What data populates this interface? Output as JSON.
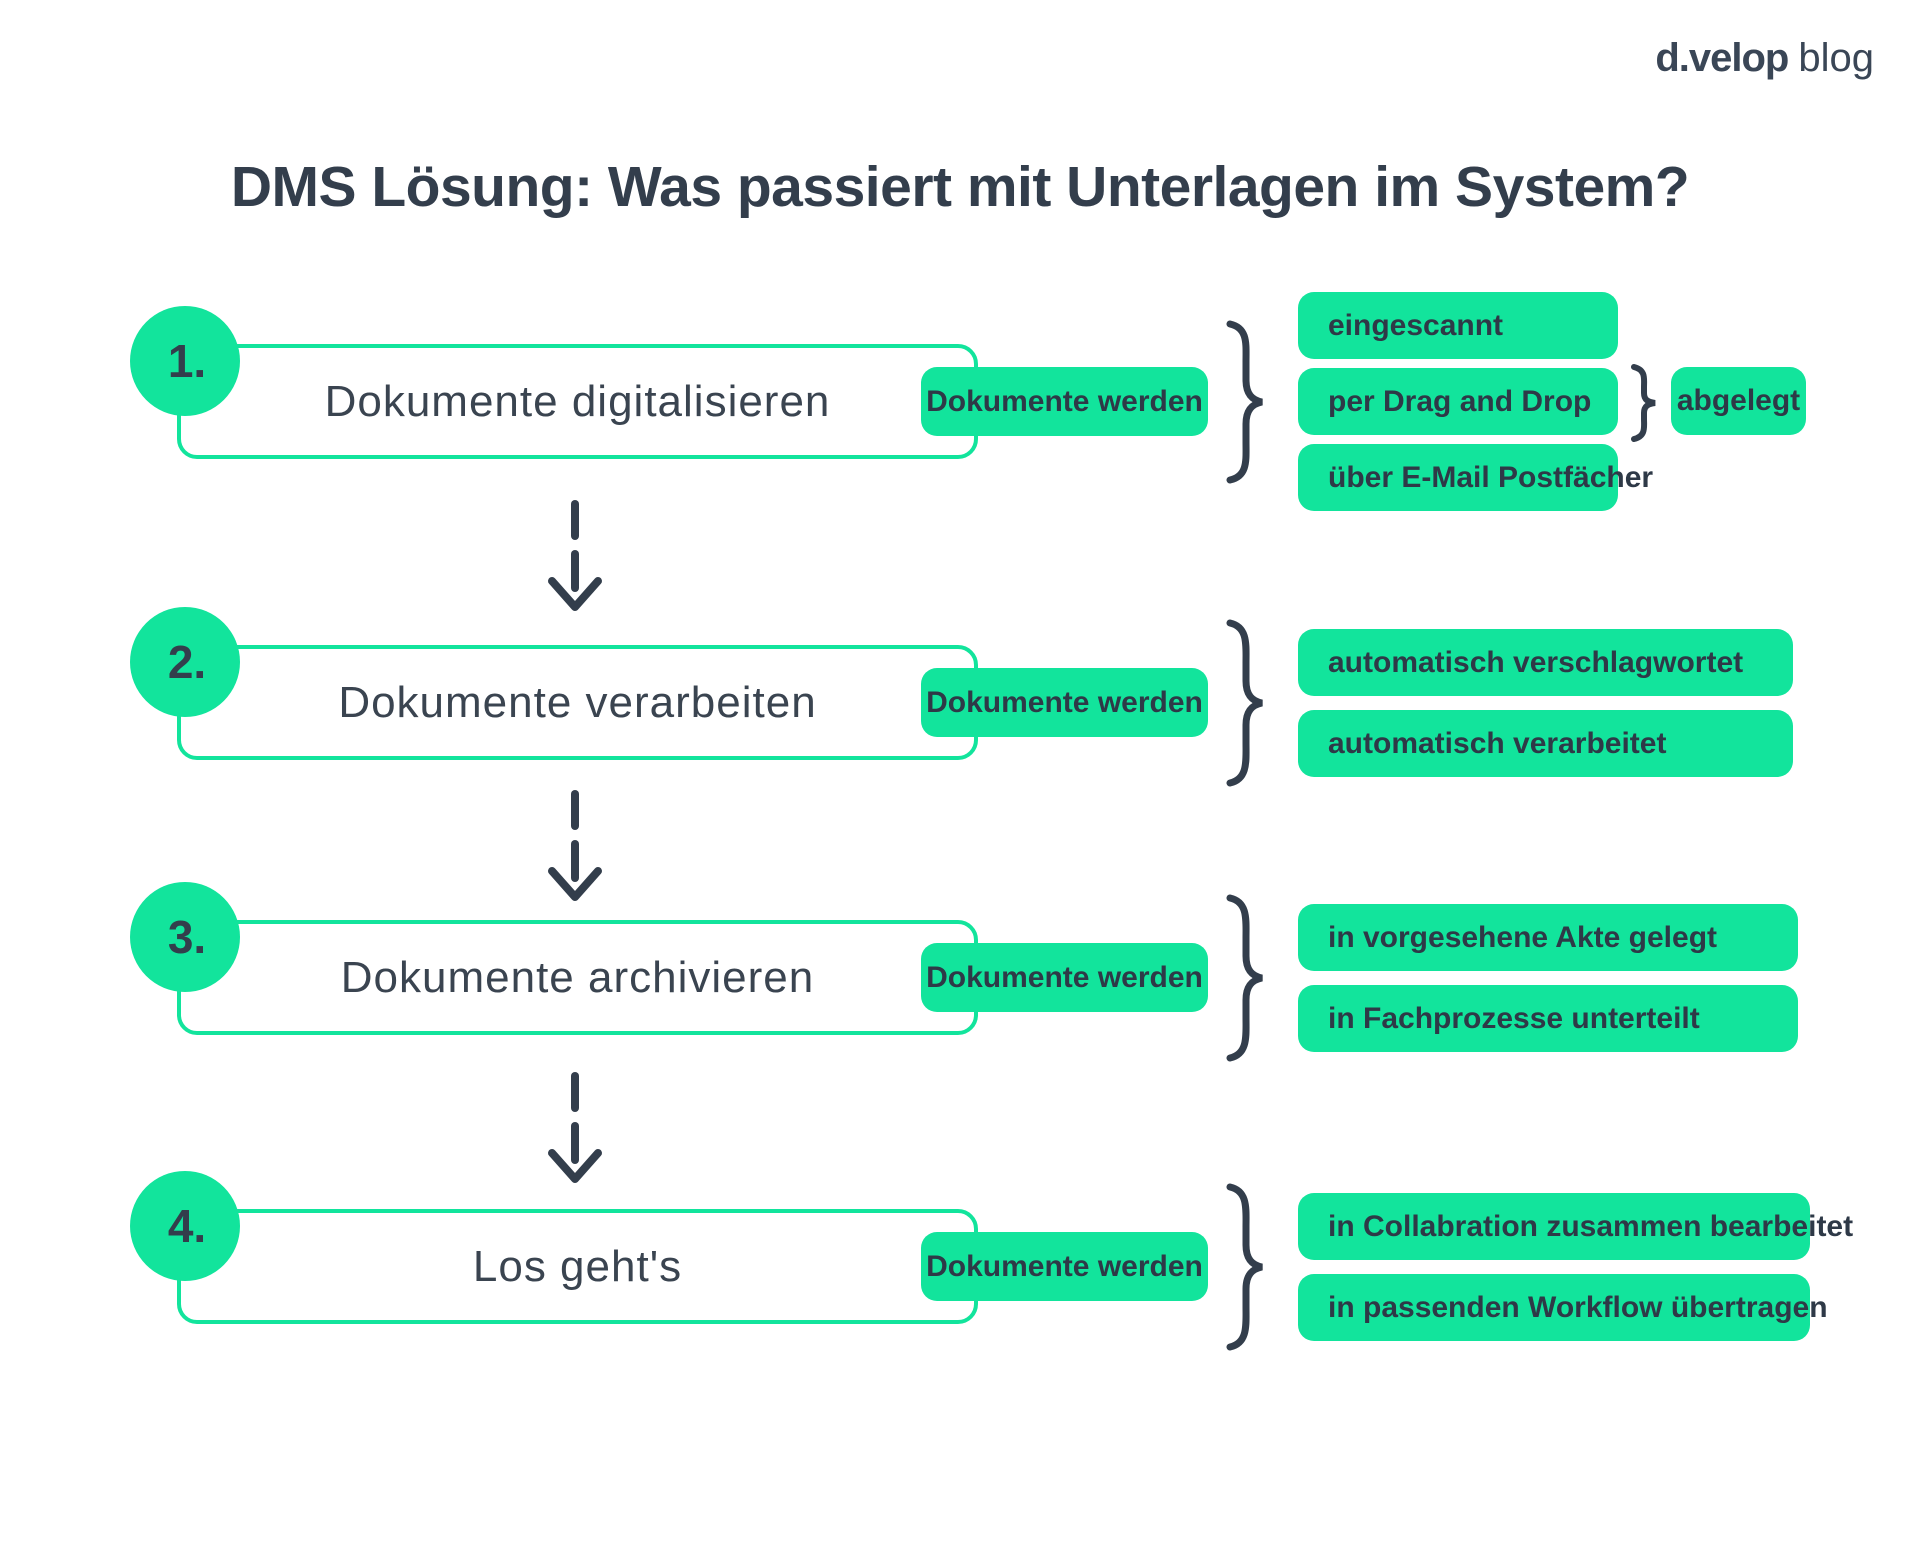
{
  "logo": {
    "brand": "d.velop",
    "suffix": "blog"
  },
  "title": "DMS Lösung: Was passiert mit Unterlagen im System?",
  "steps": [
    {
      "number": "1.",
      "label": "Dokumente digitalisieren",
      "connector": "Dokumente werden",
      "outcomes": [
        "eingescannt",
        "per Drag and Drop",
        "über E-Mail Postfächer"
      ],
      "result": "abgelegt"
    },
    {
      "number": "2.",
      "label": "Dokumente verarbeiten",
      "connector": "Dokumente werden",
      "outcomes": [
        "automatisch verschlagwortet",
        "automatisch verarbeitet"
      ]
    },
    {
      "number": "3.",
      "label": "Dokumente archivieren",
      "connector": "Dokumente werden",
      "outcomes": [
        "in vorgesehene Akte gelegt",
        "in Fachprozesse unterteilt"
      ]
    },
    {
      "number": "4.",
      "label": "Los geht's",
      "connector": "Dokumente werden",
      "outcomes": [
        "in Collabration zusammen bearbeitet",
        "in passenden Workflow übertragen"
      ]
    }
  ],
  "colors": {
    "green": "#12E49C",
    "dark": "#333E4C",
    "background": "#FFFFFF"
  }
}
